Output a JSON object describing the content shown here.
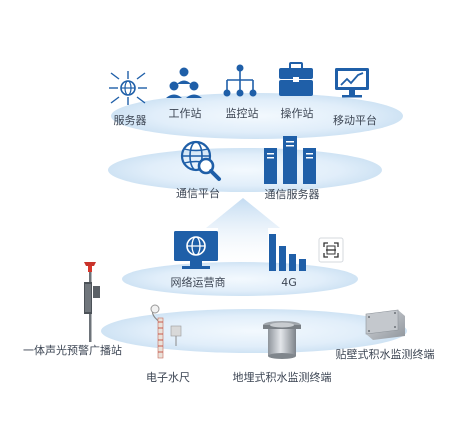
{
  "colors": {
    "primary": "#1f5fa8",
    "dark": "#144b88",
    "light_ellipse": "#dcecf8",
    "ellipse_edge": "#c3dcf0",
    "arrow_top": "#cfe3f4",
    "text": "#3d4654",
    "siren_red": "#d9362b"
  },
  "layers": {
    "monitoring": {
      "items": [
        {
          "icon": "server-network-icon",
          "label": "服务器"
        },
        {
          "icon": "workstation-users-icon",
          "label": "工作站"
        },
        {
          "icon": "monitor-network-icon",
          "label": "监控站"
        },
        {
          "icon": "briefcase-icon",
          "label": "操作站"
        },
        {
          "icon": "mobile-platform-icon",
          "label": "移动平台"
        }
      ]
    },
    "communication": {
      "items": [
        {
          "icon": "globe-search-icon",
          "label": "通信平台"
        },
        {
          "icon": "server-rack-icon",
          "label": "通信服务器"
        }
      ]
    },
    "network": {
      "items": [
        {
          "icon": "internet-monitor-icon",
          "label": "网络运营商"
        },
        {
          "icon": "signal-bars-icon",
          "label": "4G"
        }
      ]
    },
    "devices": {
      "items": [
        {
          "icon": "alarm-broadcast-station-icon",
          "label": "一体声光预警广播站"
        },
        {
          "icon": "electronic-water-gauge-icon",
          "label": "电子水尺"
        },
        {
          "icon": "buried-water-sensor-icon",
          "label": "地埋式积水监测终端"
        },
        {
          "icon": "wall-water-sensor-icon",
          "label": "贴壁式积水监测终端"
        }
      ]
    }
  }
}
